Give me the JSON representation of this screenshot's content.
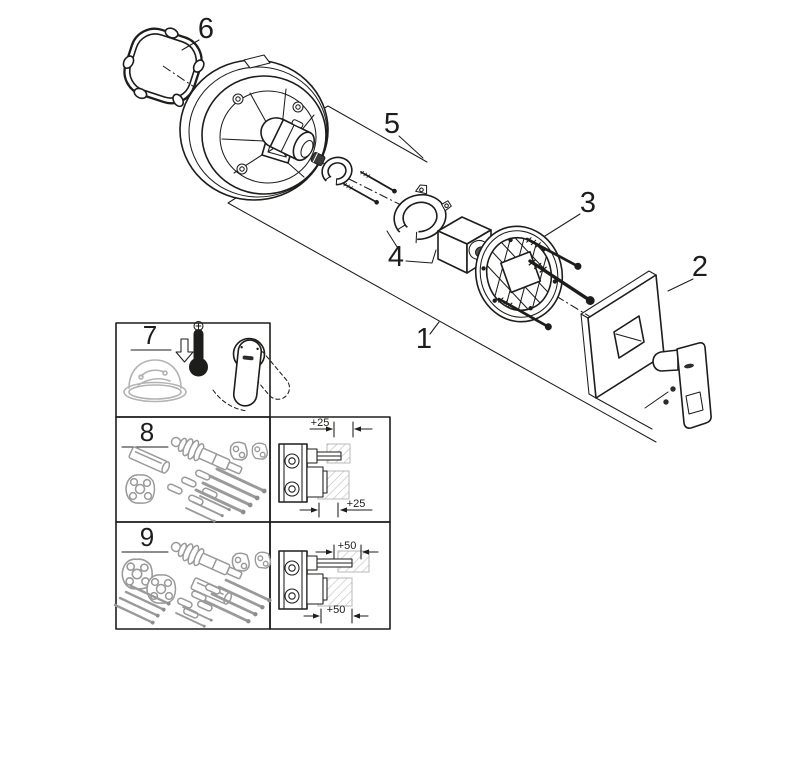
{
  "diagram": {
    "background": "#ffffff",
    "line_color": "#1d1d1b",
    "gray_part_color": "#9a9a9a",
    "hatch_color": "#c6c6c6"
  },
  "callouts": {
    "c1": "1",
    "c2": "2",
    "c3": "3",
    "c4": "4",
    "c5": "5",
    "c6": "6",
    "c7": "7",
    "c8": "8",
    "c9": "9"
  },
  "dimensions": {
    "kit25_top": "+25",
    "kit25_bottom": "+25",
    "kit50_top": "+50",
    "kit50_bottom": "+50"
  }
}
